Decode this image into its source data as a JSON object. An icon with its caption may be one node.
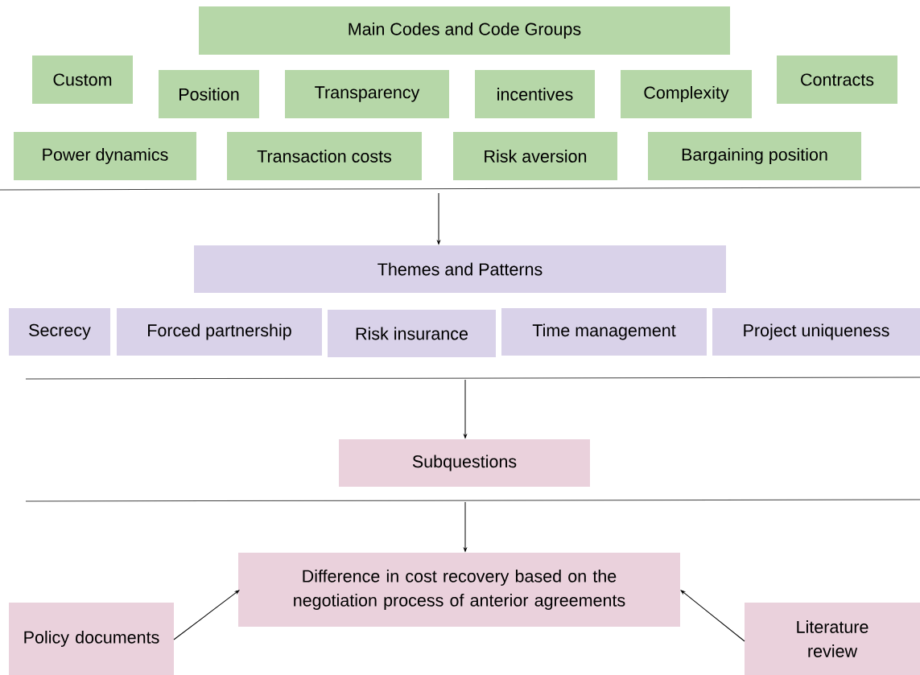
{
  "diagram": {
    "nodes": [
      {
        "text": [
          "Main Codes and Code Groups"
        ]
      },
      {
        "text": [
          "Custom"
        ]
      },
      {
        "text": [
          "Position"
        ]
      },
      {
        "text": [
          "Transparency"
        ]
      },
      {
        "text": [
          "incentives"
        ]
      },
      {
        "text": [
          "Complexity"
        ]
      },
      {
        "text": [
          "Contracts"
        ]
      },
      {
        "text": [
          "Power dynamics"
        ]
      },
      {
        "text": [
          "Transaction costs"
        ]
      },
      {
        "text": [
          "Risk aversion"
        ]
      },
      {
        "text": [
          "Bargaining position"
        ]
      },
      {
        "text": [
          "Themes and Patterns"
        ]
      },
      {
        "text": [
          "Secrecy"
        ]
      },
      {
        "text": [
          "Forced partnership"
        ]
      },
      {
        "text": [
          "Risk insurance"
        ]
      },
      {
        "text": [
          "Time management"
        ]
      },
      {
        "text": [
          "Project uniqueness"
        ]
      },
      {
        "text": [
          "Subquestions"
        ]
      },
      {
        "text": [
          "Difference in cost recovery based on the negotiation process of anterior agreements"
        ]
      },
      {
        "text": [
          "Policy documents"
        ]
      },
      {
        "text": [
          "Literature review"
        ]
      }
    ],
    "edges": [
      {
        "from": null,
        "to": 11,
        "arrow": "to"
      },
      {
        "from": null,
        "to": 17,
        "arrow": "to"
      },
      {
        "from": null,
        "to": 18,
        "arrow": "to"
      },
      {
        "from": 19,
        "to": 18,
        "arrow": "to"
      },
      {
        "from": 20,
        "to": 18,
        "arrow": "to"
      }
    ]
  }
}
